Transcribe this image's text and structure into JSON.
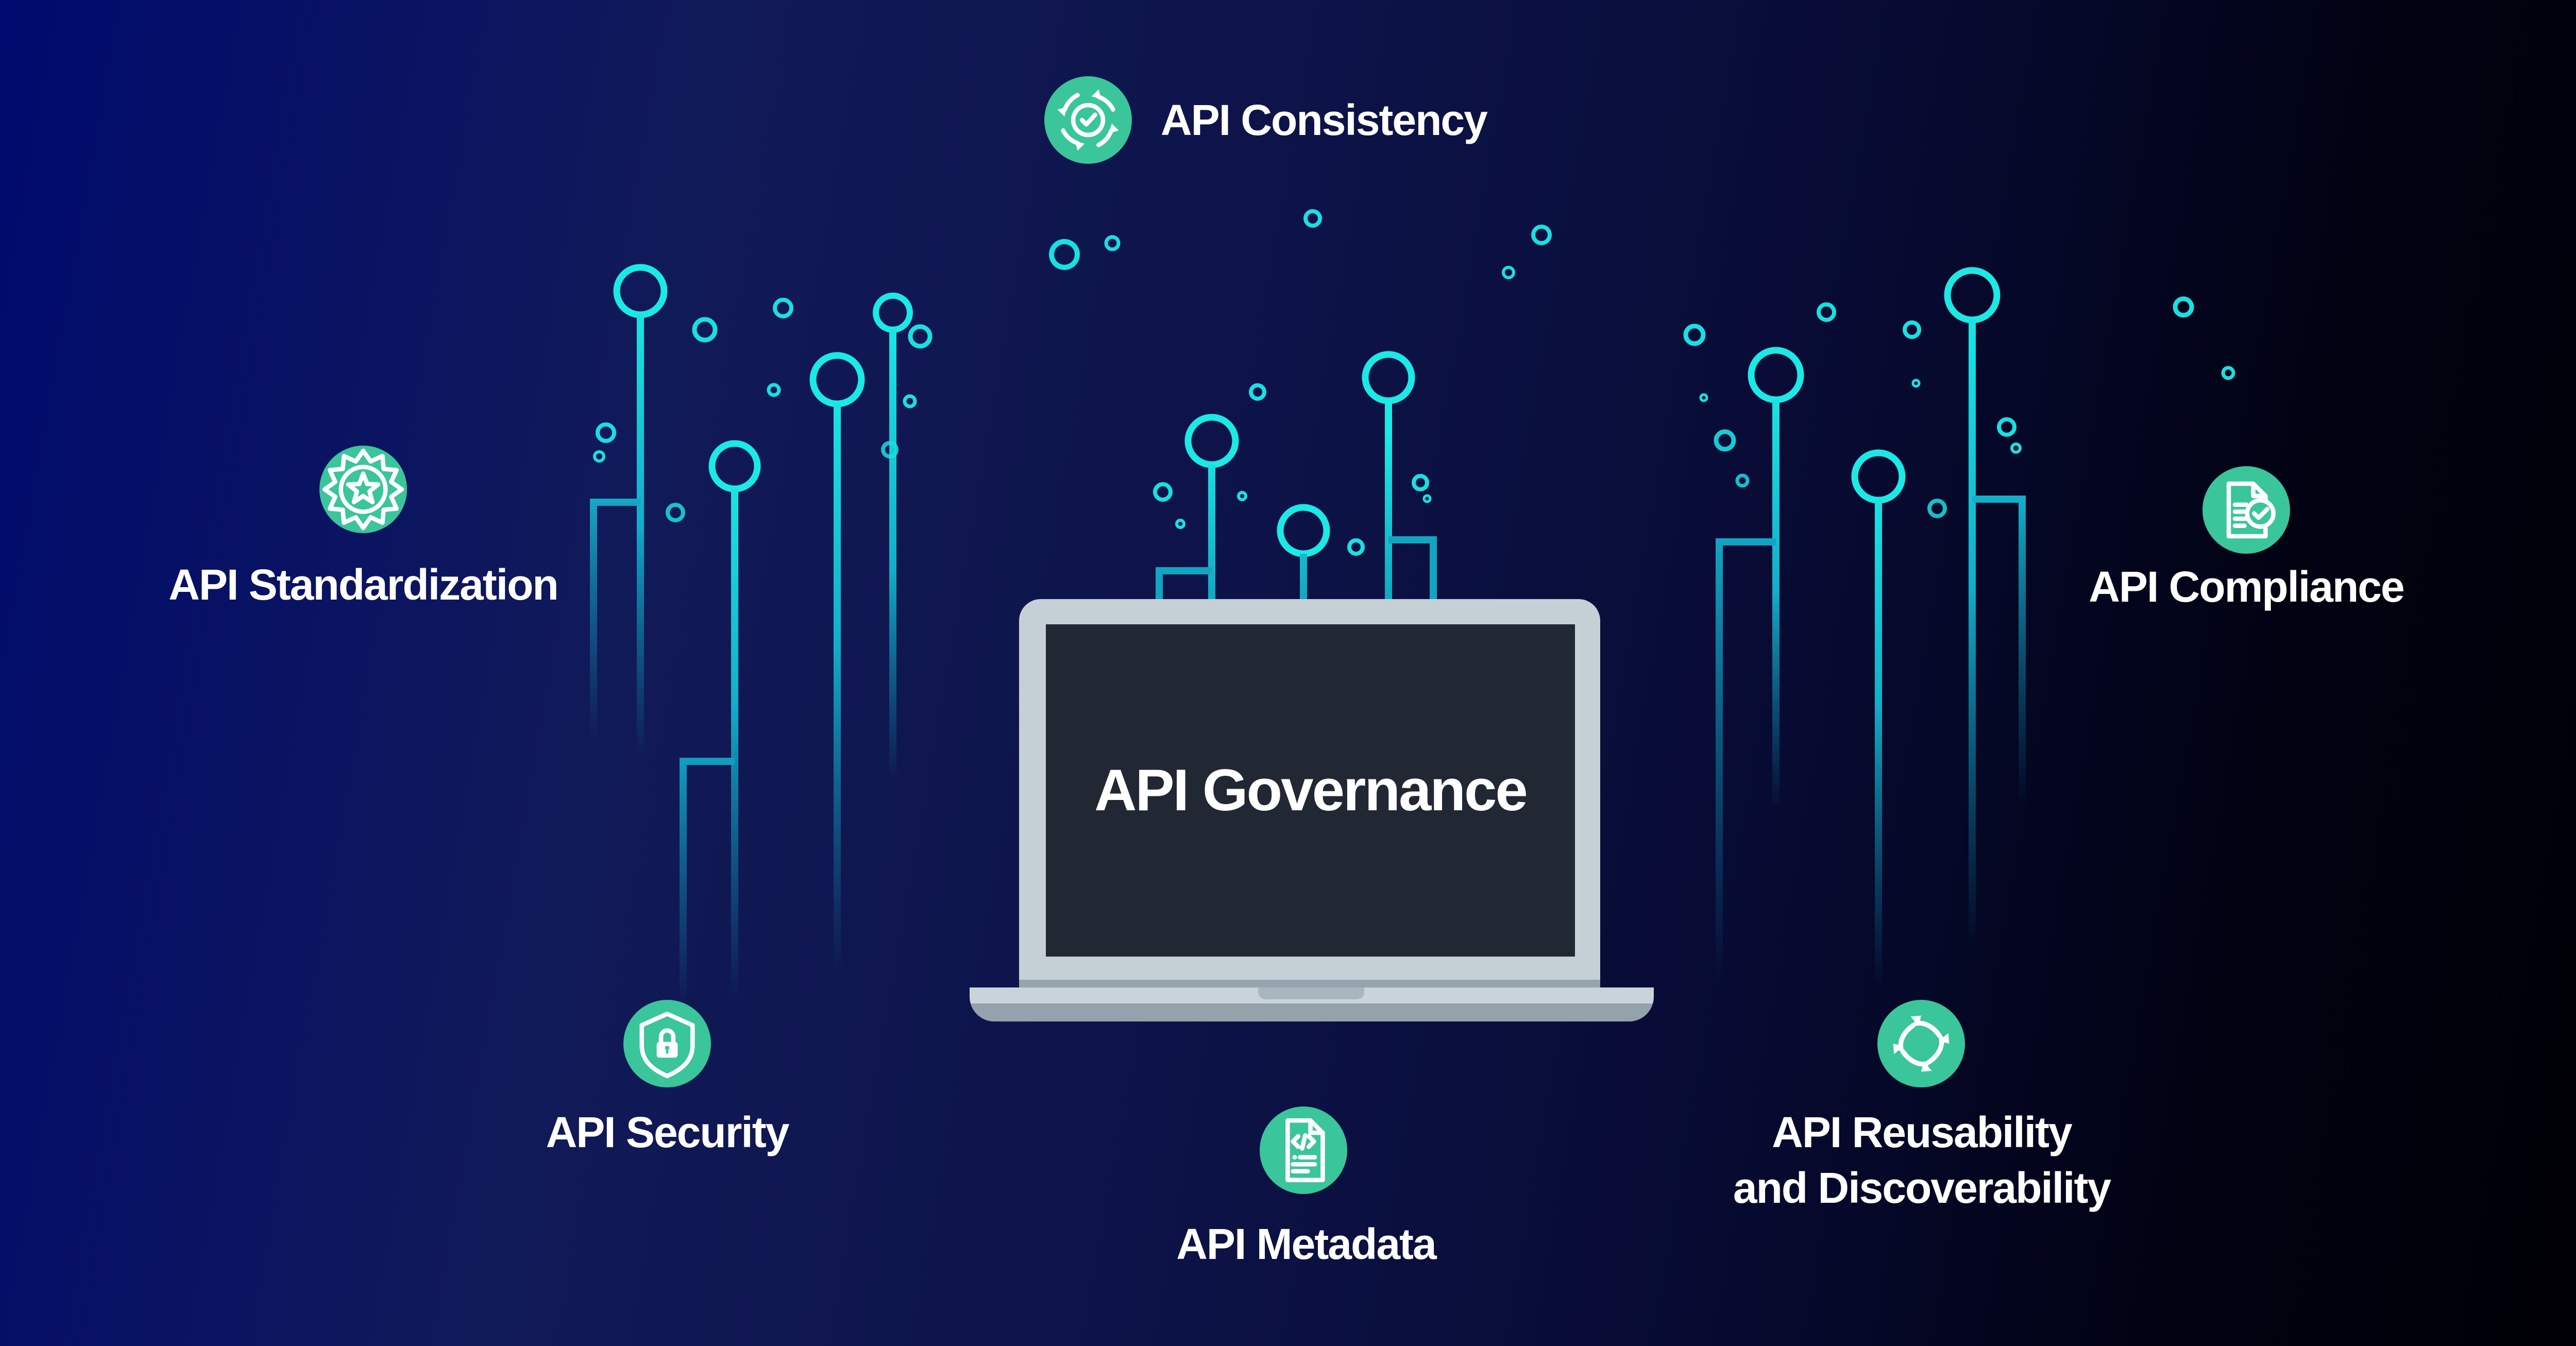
{
  "laptop": {
    "screen_label": "API Governance"
  },
  "nodes": [
    {
      "id": "consistency",
      "label": "API Consistency",
      "icon": "sync-check-icon"
    },
    {
      "id": "standardization",
      "label": "API Standardization",
      "icon": "gear-star-icon"
    },
    {
      "id": "compliance",
      "label": "API Compliance",
      "icon": "document-check-icon"
    },
    {
      "id": "security",
      "label": "API Security",
      "icon": "shield-lock-icon"
    },
    {
      "id": "metadata",
      "label": "API Metadata",
      "icon": "document-code-icon"
    },
    {
      "id": "reusability",
      "label": "API Reusability",
      "label2": "and Discoverability",
      "icon": "recycle-arrows-icon"
    }
  ],
  "colors": {
    "background_left": "#000A6E",
    "background_right": "#000005",
    "accent_green": "#3AC59B",
    "accent_cyan": "#1BE9E6",
    "trace_teal": "#12A5C0",
    "laptop_frame": "#C5D0D6",
    "laptop_base_dark": "#94A2AC",
    "laptop_screen": "#222734",
    "text": "#FFFFFF"
  }
}
